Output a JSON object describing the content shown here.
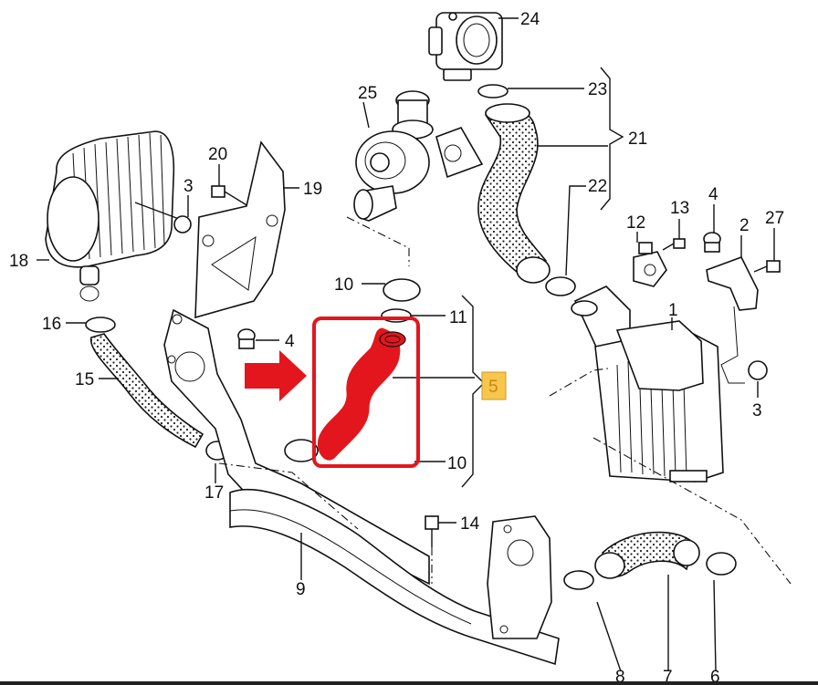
{
  "diagram": {
    "highlight_color": "#e3161d",
    "badge_color": "#f7c64a",
    "callouts": [
      {
        "id": "24",
        "label": "24"
      },
      {
        "id": "25",
        "label": "25"
      },
      {
        "id": "23",
        "label": "23"
      },
      {
        "id": "21",
        "label": "21"
      },
      {
        "id": "22",
        "label": "22"
      },
      {
        "id": "20",
        "label": "20"
      },
      {
        "id": "3a",
        "label": "3"
      },
      {
        "id": "19",
        "label": "19"
      },
      {
        "id": "18",
        "label": "18"
      },
      {
        "id": "13",
        "label": "13"
      },
      {
        "id": "4a",
        "label": "4"
      },
      {
        "id": "12",
        "label": "12"
      },
      {
        "id": "2",
        "label": "2"
      },
      {
        "id": "27",
        "label": "27"
      },
      {
        "id": "10a",
        "label": "10"
      },
      {
        "id": "11",
        "label": "11"
      },
      {
        "id": "16",
        "label": "16"
      },
      {
        "id": "4b",
        "label": "4"
      },
      {
        "id": "1",
        "label": "1"
      },
      {
        "id": "15",
        "label": "15"
      },
      {
        "id": "5",
        "label": "5"
      },
      {
        "id": "3b",
        "label": "3"
      },
      {
        "id": "10b",
        "label": "10"
      },
      {
        "id": "17",
        "label": "17"
      },
      {
        "id": "14",
        "label": "14"
      },
      {
        "id": "9",
        "label": "9"
      },
      {
        "id": "8",
        "label": "8"
      },
      {
        "id": "7",
        "label": "7"
      },
      {
        "id": "6",
        "label": "6"
      }
    ]
  }
}
